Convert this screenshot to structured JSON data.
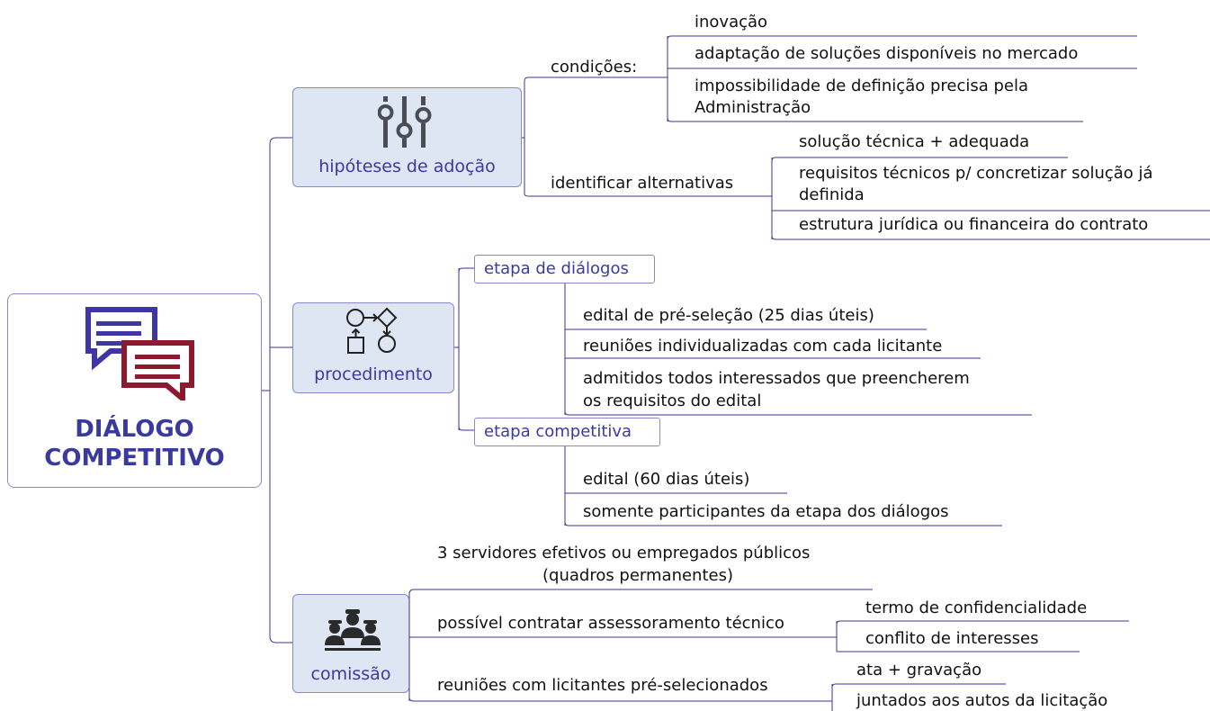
{
  "root": {
    "title": [
      "DIÁLOGO",
      "COMPETITIVO"
    ],
    "icon": "chat-bubbles-icon"
  },
  "hipoteses": {
    "label": "hipóteses de adoção",
    "icon": "sliders-icon",
    "condicoes": {
      "label": "condições:",
      "items": [
        "inovação",
        "adaptação de soluções disponíveis no mercado",
        "impossibilidade de definição precisa pela",
        "Administração"
      ]
    },
    "alternativas": {
      "label": "identificar alternativas",
      "items": [
        "solução técnica + adequada",
        "requisitos técnicos p/ concretizar solução já",
        "definida",
        "estrutura jurídica ou financeira do contrato"
      ]
    }
  },
  "procedimento": {
    "label": "procedimento",
    "icon": "flowchart-icon",
    "dialogos": {
      "label": "etapa de diálogos",
      "items": [
        "edital de pré-seleção (25 dias úteis)",
        "reuniões individualizadas com cada licitante",
        "admitidos todos interessados que preencherem",
        "os requisitos do edital"
      ]
    },
    "competitiva": {
      "label": "etapa competitiva",
      "items": [
        "edital (60 dias úteis)",
        "somente participantes da etapa dos diálogos"
      ]
    }
  },
  "comissao": {
    "label": "comissão",
    "icon": "team-icon",
    "servidores": [
      "3 servidores efetivos ou empregados públicos",
      "(quadros permanentes)"
    ],
    "assessoramento": {
      "label": "possível contratar assessoramento técnico",
      "items": [
        "termo de confidencialidade",
        "conflito de interesses"
      ]
    },
    "reunioes": {
      "label": "reuniões com licitantes pré-selecionados",
      "items": [
        "ata + gravação",
        "juntados aos autos da licitação"
      ]
    }
  },
  "colors": {
    "accent": "#3a3aa0",
    "node_fill": "#dde6f2",
    "line": "#3b3494",
    "bubble_blue": "#3f35a6",
    "bubble_red": "#8b1a2e"
  }
}
